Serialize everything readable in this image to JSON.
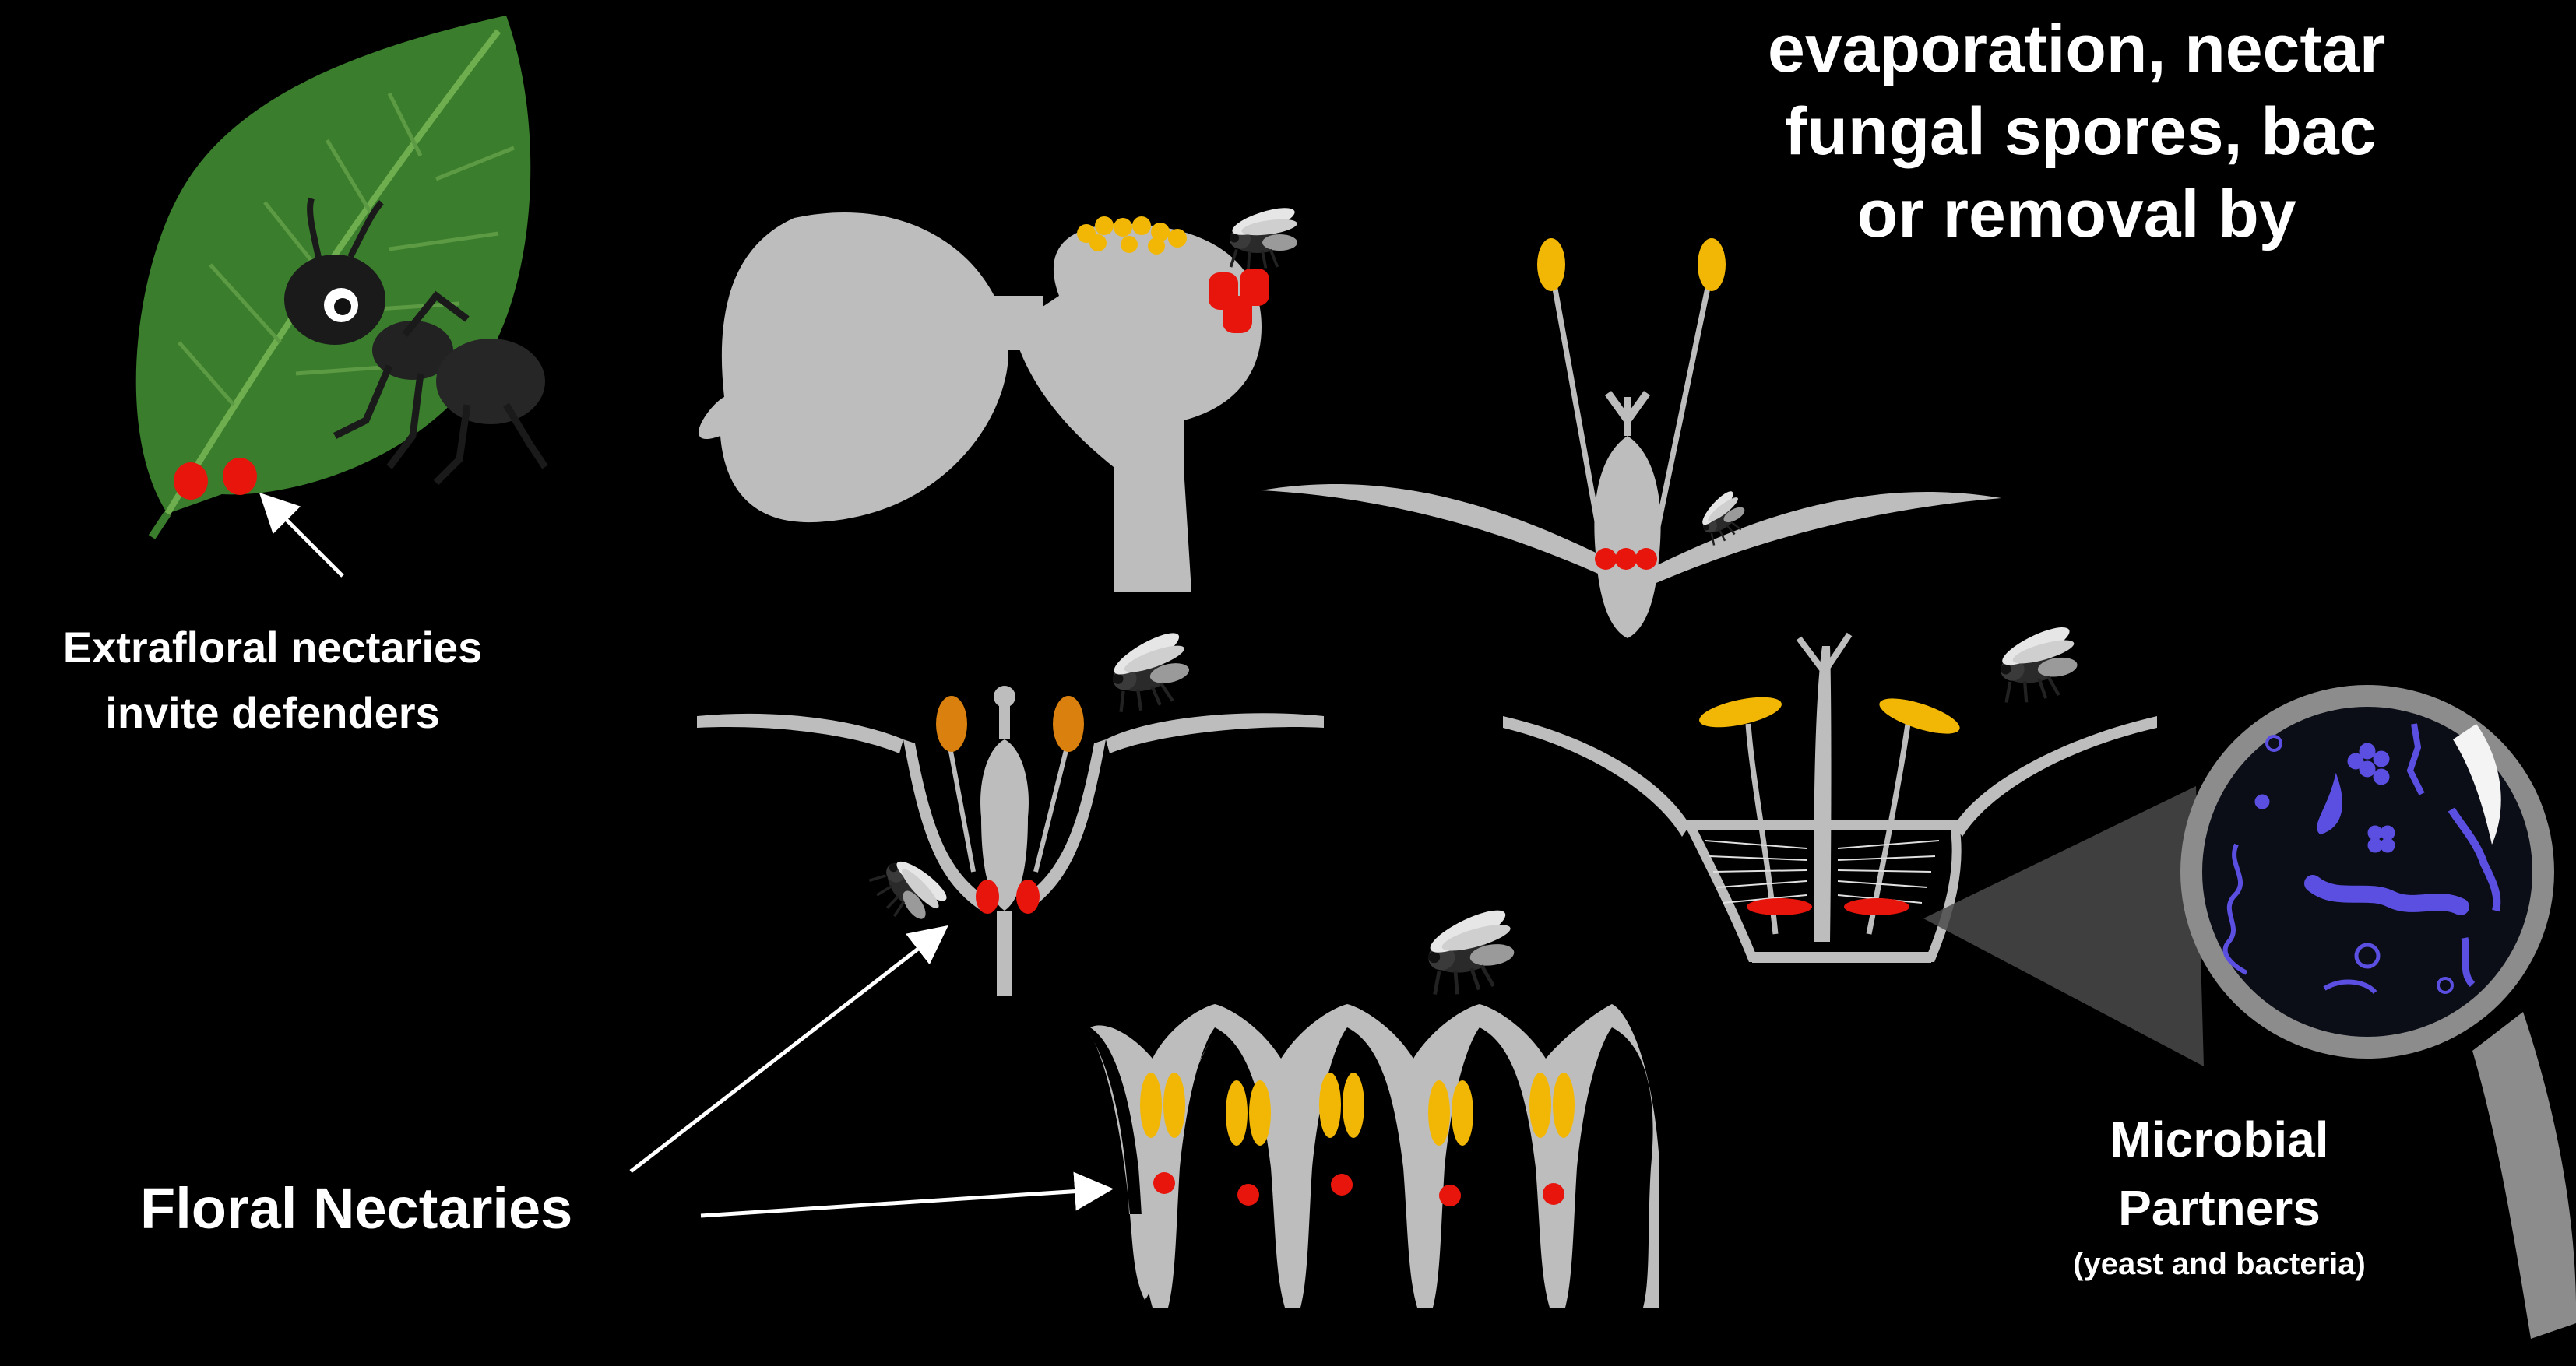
{
  "headline": {
    "line1": "evaporation, nectar",
    "line2": "fungal spores, bac",
    "line3": "or removal by"
  },
  "labels": {
    "extrafloral_line1": "Extrafloral nectaries",
    "extrafloral_line2": "invite defenders",
    "floral": "Floral Nectaries",
    "microbial_line1": "Microbial",
    "microbial_line2": "Partners",
    "microbial_line3": "(yeast and bacteria)"
  },
  "colors": {
    "background": "#000000",
    "flower_gray": "#bdbdbd",
    "nectary_red": "#e8150c",
    "anther_yellow": "#f2b705",
    "anther_orange": "#d9800f",
    "leaf_green": "#3a7d2c",
    "microbe_blue": "#5a4fe0",
    "lens_dark": "#0b0d17",
    "handle_gray": "#8c8c8c"
  },
  "icons": [
    "leaf-icon",
    "ant-icon",
    "fly-icon",
    "magnifying-glass-icon",
    "microbe-icon",
    "arrow-icon"
  ]
}
